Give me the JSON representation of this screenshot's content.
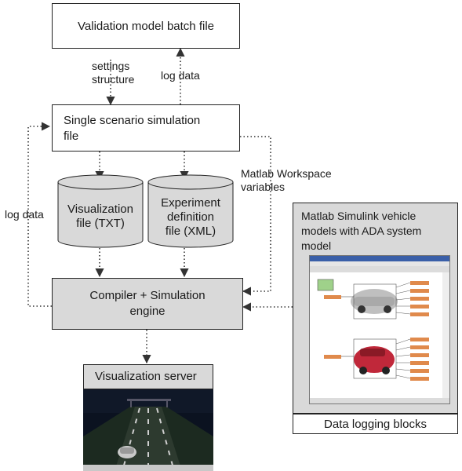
{
  "nodes": {
    "batch": "Validation model batch file",
    "single_line1": "Single scenario simulation",
    "single_line2": "file",
    "vis_line1": "Visualization",
    "vis_line2": "file (TXT)",
    "exp_line1": "Experiment",
    "exp_line2": "definition",
    "exp_line3": "file (XML)",
    "compiler_line1": "Compiler + Simulation",
    "compiler_line2": "engine",
    "vis_server": "Visualization server",
    "simulink_line1": "Matlab Simulink vehicle",
    "simulink_line2": "models with ADA system",
    "simulink_line3": "model",
    "data_logging": "Data logging blocks"
  },
  "edge_labels": {
    "settings_line1": "settings",
    "settings_line2": "structure",
    "log_data_top": "log data",
    "log_data_left": "log data",
    "workspace_line1": "Matlab Workspace",
    "workspace_line2": "variables"
  },
  "colors": {
    "grey_box": "#d9d9d9",
    "line": "#333333",
    "road": "#2d3a2f",
    "sky": "#0b1220"
  }
}
